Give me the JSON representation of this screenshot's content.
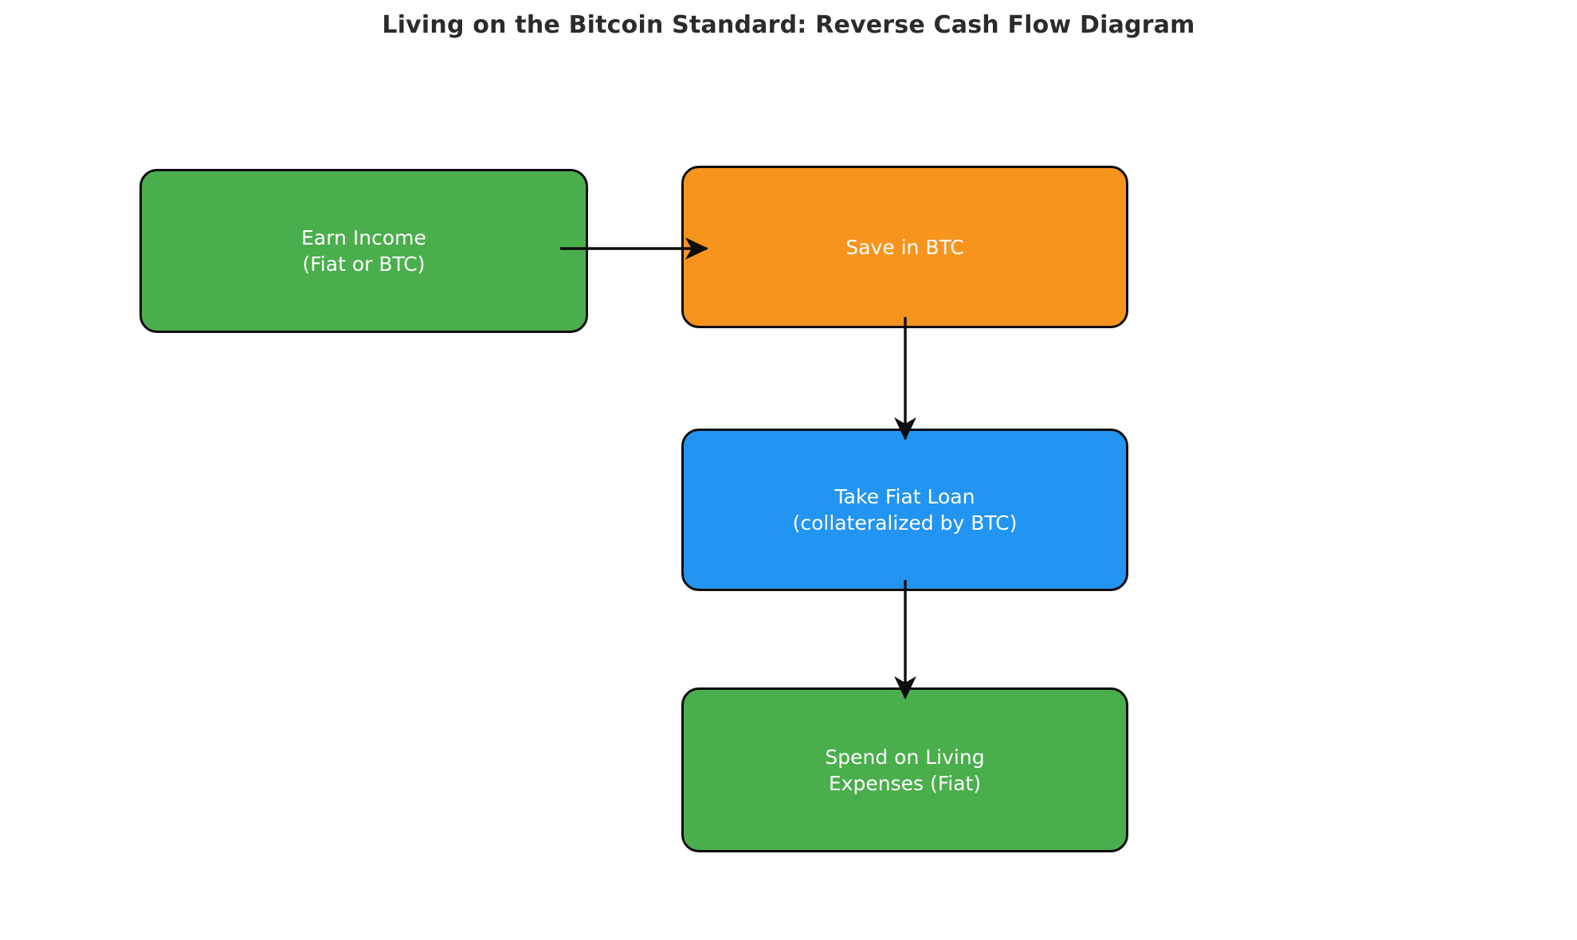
{
  "diagram": {
    "title": "Living on the Bitcoin Standard: Reverse Cash Flow Diagram",
    "background_color": "#ffffff",
    "title_color": "#2b2b2b",
    "edge_color": "#0d0d0d",
    "node_border_color": "#0d0d0d",
    "node_text_color": "#ffffff",
    "nodes": [
      {
        "id": "earn-income",
        "label": "Earn Income\n(Fiat or BTC)",
        "line1": "Earn Income",
        "line2": "(Fiat or BTC)",
        "color": "#4aae4c",
        "color_name": "green"
      },
      {
        "id": "save-btc",
        "label": "Save in BTC",
        "line1": "Save in BTC",
        "line2": "",
        "color": "#f7941e",
        "color_name": "orange"
      },
      {
        "id": "fiat-loan",
        "label": "Take Fiat Loan\n(collateralized by BTC)",
        "line1": "Take Fiat Loan",
        "line2": "(collateralized by BTC)",
        "color": "#2294f2",
        "color_name": "blue"
      },
      {
        "id": "spend-living",
        "label": "Spend on Living\nExpenses (Fiat)",
        "line1": "Spend on Living",
        "line2": "Expenses (Fiat)",
        "color": "#4aae4c",
        "color_name": "green"
      }
    ],
    "edges": [
      {
        "id": "earn-to-save",
        "from": "earn-income",
        "to": "save-btc",
        "direction": "right",
        "label": ""
      },
      {
        "id": "save-to-loan",
        "from": "save-btc",
        "to": "fiat-loan",
        "direction": "down",
        "label": ""
      },
      {
        "id": "loan-to-spend",
        "from": "fiat-loan",
        "to": "spend-living",
        "direction": "down",
        "label": ""
      }
    ]
  }
}
